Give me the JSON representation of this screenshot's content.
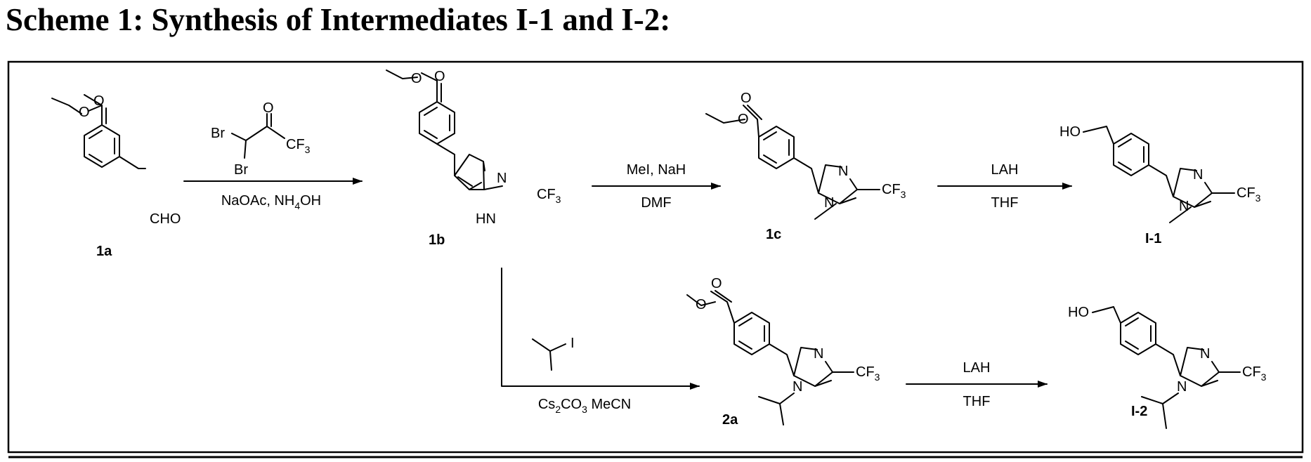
{
  "title": "Scheme 1: Synthesis of Intermediates I-1 and I-2:",
  "compounds": {
    "c1a": {
      "label": "1a",
      "substituent": "CHO"
    },
    "c1b": {
      "label": "1b",
      "nh": "HN",
      "n": "N",
      "cf3": "CF",
      "cf3_sub": "3"
    },
    "c1c": {
      "label": "1c",
      "n1": "N",
      "n3": "N",
      "cf3": "CF",
      "cf3_sub": "3"
    },
    "i1": {
      "label": "I-1",
      "ho": "HO",
      "n1": "N",
      "n3": "N",
      "cf3": "CF",
      "cf3_sub": "3"
    },
    "c2a": {
      "label": "2a",
      "n1": "N",
      "n3": "N",
      "cf3": "CF",
      "cf3_sub": "3"
    },
    "i2": {
      "label": "I-2",
      "ho": "HO",
      "n1": "N",
      "n3": "N",
      "cf3": "CF",
      "cf3_sub": "3"
    }
  },
  "reagent_ketone": {
    "br1": "Br",
    "br2": "Br",
    "o": "O",
    "cf3": "CF",
    "cf3_sub": "3"
  },
  "reagent_iodide": {
    "i": "I"
  },
  "ester_o": "O",
  "arrows": {
    "a1": {
      "below_pre": "NaOAc, NH",
      "below_sub": "4",
      "below_post": "OH"
    },
    "a2": {
      "above": "MeI, NaH",
      "below": "DMF"
    },
    "a3": {
      "above": "LAH",
      "below": "THF"
    },
    "a4": {
      "below_pre": "Cs",
      "below_sub1": "2",
      "below_mid": "CO",
      "below_sub2": "3",
      "below_post": " MeCN"
    },
    "a5": {
      "above": "LAH",
      "below": "THF"
    }
  }
}
